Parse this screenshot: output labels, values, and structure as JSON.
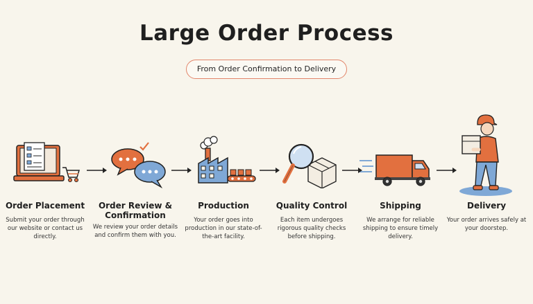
{
  "header": {
    "title": "Large Order Process",
    "subtitle": "From Order Confirmation to Delivery"
  },
  "colors": {
    "accent": "#e2703f",
    "blue": "#7fa8d6",
    "outline": "#222222",
    "background": "#f8f5ec"
  },
  "steps": [
    {
      "icon": "laptop-cart-icon",
      "title_line1": "Order Placement",
      "title_line2": "",
      "desc_line1": "Submit your order through",
      "desc_line2": "our website or contact us",
      "desc_line3": "directly."
    },
    {
      "icon": "chat-bubbles-icon",
      "title_line1": "Order Review &",
      "title_line2": "Confirmation",
      "desc_line1": "We review your order details",
      "desc_line2": "and confirm them with you.",
      "desc_line3": ""
    },
    {
      "icon": "factory-icon",
      "title_line1": "Production",
      "title_line2": "",
      "desc_line1": "Your order goes into",
      "desc_line2": "production in our state-of-",
      "desc_line3": "the-art facility."
    },
    {
      "icon": "magnifier-box-icon",
      "title_line1": "Quality Control",
      "title_line2": "",
      "desc_line1": "Each item undergoes",
      "desc_line2": "rigorous quality checks",
      "desc_line3": "before shipping."
    },
    {
      "icon": "truck-icon",
      "title_line1": "Shipping",
      "title_line2": "",
      "desc_line1": "We arrange for reliable",
      "desc_line2": "shipping to ensure timely",
      "desc_line3": "delivery."
    },
    {
      "icon": "delivery-person-icon",
      "title_line1": "Delivery",
      "title_line2": "",
      "desc_line1": "Your order arrives safely at",
      "desc_line2": "your doorstep.",
      "desc_line3": ""
    }
  ]
}
